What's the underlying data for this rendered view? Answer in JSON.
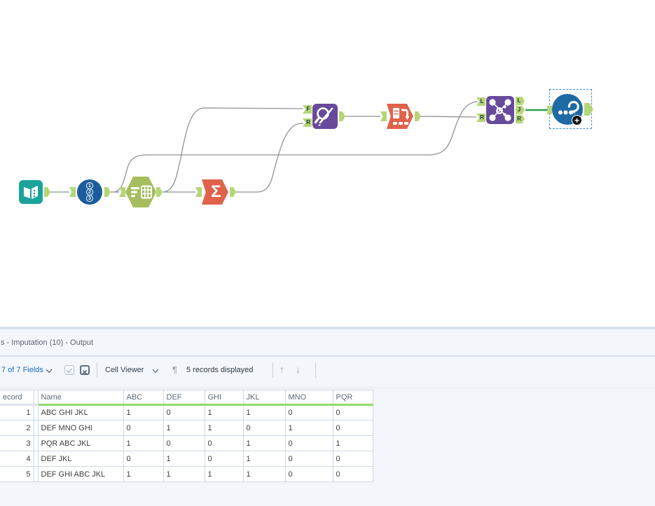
{
  "canvas": {
    "anchor_labels": {
      "find_f": "F",
      "find_r": "R",
      "join_in_l": "L",
      "join_in_r": "R",
      "join_out_l": "L",
      "join_out_j": "J",
      "join_out_r": "R"
    },
    "record_id_digits": [
      "1",
      "2",
      "3"
    ],
    "sigma_glyph": "Σ",
    "plus_glyph": "+"
  },
  "colors": {
    "accent_green_underline": "#90da6d",
    "selection_blue": "#3f8ed5",
    "selected_wire_green": "#2ba14b",
    "tool_teal": "#1ba39a",
    "tool_blue": "#1b5c9c",
    "tool_olive": "#a6bd5e",
    "tool_orange": "#e0624c",
    "tool_purple": "#684a9c",
    "tool_macro_blue": "#1d6aa4",
    "anchor_green": "#b4d677",
    "panel_bg": "#f3f6fa"
  },
  "results_panel": {
    "title": "s - Imputation (10) - Output",
    "toolbar": {
      "fields_selector": "7 of 7 Fields",
      "cell_viewer_label": "Cell Viewer",
      "pilcrow": "¶",
      "records_displayed": "5 records displayed",
      "up_arrow": "↑",
      "down_arrow": "↓"
    },
    "table": {
      "headers": [
        "ecord",
        "Name",
        "ABC",
        "DEF",
        "GHI",
        "JKL",
        "MNO",
        "PQR"
      ],
      "rows": [
        [
          "1",
          "ABC GHI JKL",
          "1",
          "0",
          "1",
          "1",
          "0",
          "0"
        ],
        [
          "2",
          "DEF MNO GHI",
          "0",
          "1",
          "1",
          "0",
          "1",
          "0"
        ],
        [
          "3",
          "PQR ABC JKL",
          "1",
          "0",
          "0",
          "1",
          "0",
          "1"
        ],
        [
          "4",
          "DEF JKL",
          "0",
          "1",
          "0",
          "1",
          "0",
          "0"
        ],
        [
          "5",
          "DEF GHI ABC JKL",
          "1",
          "1",
          "1",
          "1",
          "0",
          "0"
        ]
      ]
    }
  }
}
